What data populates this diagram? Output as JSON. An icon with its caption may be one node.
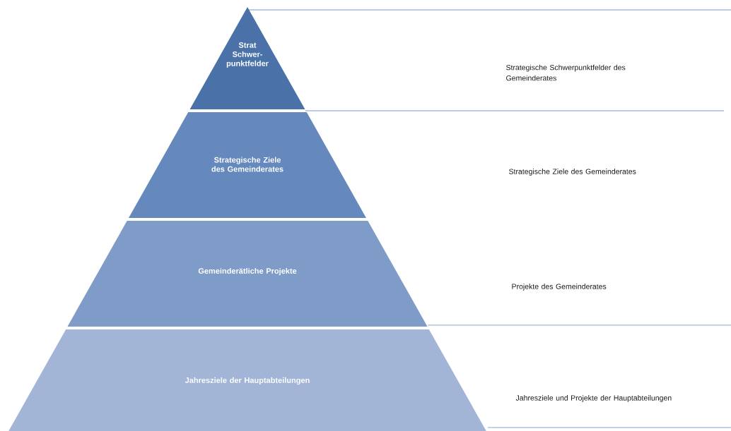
{
  "diagram": {
    "nodes": [
      {
        "text": [
          "Strat Schwer-punktfelder"
        ]
      },
      {
        "text": [
          "Strategische Ziele des Gemeinderates"
        ]
      },
      {
        "text": [
          "Gemeinderätliche Projekte"
        ]
      },
      {
        "text": [
          "Jahresziele der Hauptabteilungen"
        ]
      }
    ],
    "labels": [
      "Strategische Schwerpunktfelder des Gemeinderates",
      "Strategische Ziele des Gemeinderates",
      "Projekte des Gemeinderates",
      "Jahresziele und Projekte der Hauptabteilungen"
    ]
  }
}
